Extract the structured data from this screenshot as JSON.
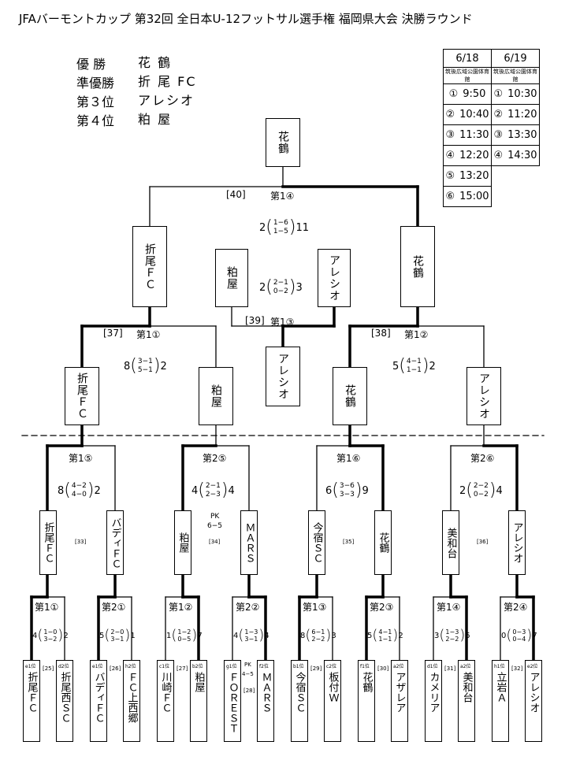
{
  "title": "JFAバーモントカップ 第32回 全日本U-12フットサル選手権 福岡県大会 決勝ラウンド",
  "winners": [
    {
      "rank": "優 勝",
      "name": "花 鶴"
    },
    {
      "rank": "準優勝",
      "name": "折 尾 FC"
    },
    {
      "rank": "第３位",
      "name": "アレシオ"
    },
    {
      "rank": "第４位",
      "name": "粕 屋"
    }
  ],
  "schedule": {
    "headers": [
      "6/18",
      "6/19"
    ],
    "venue": "筑後広域公園体育館",
    "day1": [
      [
        "①",
        "9:50"
      ],
      [
        "②",
        "10:40"
      ],
      [
        "③",
        "11:30"
      ],
      [
        "④",
        "12:20"
      ],
      [
        "⑤",
        "13:20"
      ],
      [
        "⑥",
        "15:00"
      ]
    ],
    "day2": [
      [
        "①",
        "10:30"
      ],
      [
        "②",
        "11:20"
      ],
      [
        "③",
        "13:30"
      ],
      [
        "④",
        "14:30"
      ]
    ]
  },
  "final": {
    "champion": "花鶴",
    "match_no": "[40]",
    "slot": "第1④",
    "score": "2",
    "score_right": "11",
    "halves": [
      "1−6",
      "1−5"
    ]
  },
  "third_place": {
    "left": "粕屋",
    "right": "アレシオ",
    "winner": "アレシオ",
    "match_no": "[39]",
    "slot": "第1③",
    "score": "2",
    "score_right": "3",
    "halves": [
      "2−1",
      "0−2"
    ]
  },
  "semis": [
    {
      "left": "折尾ＦＣ",
      "match_no": "[37]",
      "slot": "第1①",
      "score": "8",
      "score_right": "2",
      "halves": [
        "3−1",
        "5−1"
      ],
      "top": "粕屋",
      "winner_top": "折尾ＦＣ"
    },
    {
      "left": "花鶴",
      "match_no": "[38]",
      "slot": "第1②",
      "score": "5",
      "score_right": "2",
      "halves": [
        "4−1",
        "1−1"
      ],
      "top": "アレシオ",
      "winner_top": "花鶴"
    }
  ],
  "qf": [
    {
      "slot": "第1⑤",
      "score": "8",
      "score_right": "2",
      "halves": [
        "4−2",
        "4−0"
      ],
      "left": "折尾ＦＣ",
      "right": "バディＦＣ",
      "no": "[33]"
    },
    {
      "slot": "第2⑤",
      "score": "4",
      "score_right": "4",
      "halves": [
        "2−1",
        "2−3"
      ],
      "pk": "PK",
      "pk_score": "6−5",
      "left": "粕屋",
      "right": "ＭＡＲＳ",
      "no": "[34]"
    },
    {
      "slot": "第1⑥",
      "score": "6",
      "score_right": "9",
      "halves": [
        "3−6",
        "3−3"
      ],
      "left": "今宿ＳＣ",
      "right": "花鶴",
      "no": "[35]"
    },
    {
      "slot": "第2⑥",
      "score": "2",
      "score_right": "4",
      "halves": [
        "2−2",
        "0−2"
      ],
      "left": "美和台",
      "right": "アレシオ",
      "no": "[36]"
    }
  ],
  "r16": [
    {
      "slot": "第1①",
      "score": "4",
      "score_right": "2",
      "halves": [
        "1−0",
        "3−2"
      ]
    },
    {
      "slot": "第2①",
      "score": "5",
      "score_right": "1",
      "halves": [
        "2−0",
        "3−1"
      ]
    },
    {
      "slot": "第1②",
      "score": "1",
      "score_right": "7",
      "halves": [
        "1−2",
        "0−5"
      ]
    },
    {
      "slot": "第2②",
      "score": "4",
      "score_right": "4",
      "halves": [
        "1−3",
        "3−1"
      ],
      "pk": "PK",
      "pk_score": "4−5"
    },
    {
      "slot": "第1③",
      "score": "8",
      "score_right": "3",
      "halves": [
        "6−1",
        "2−2"
      ]
    },
    {
      "slot": "第2③",
      "score": "5",
      "score_right": "2",
      "halves": [
        "4−1",
        "1−1"
      ]
    },
    {
      "slot": "第1④",
      "score": "3",
      "score_right": "5",
      "halves": [
        "1−3",
        "2−2"
      ]
    },
    {
      "slot": "第2④",
      "score": "0",
      "score_right": "7",
      "halves": [
        "0−3",
        "0−4"
      ]
    }
  ],
  "r16_nos": [
    "[25]",
    "[26]",
    "[27]",
    "[28]",
    "[29]",
    "[30]",
    "[31]",
    "[32]"
  ],
  "teams": [
    {
      "seed": "e1位",
      "name": "折尾ＦＣ"
    },
    {
      "seed": "d2位",
      "name": "折尾西ＳＣ"
    },
    {
      "seed": "e1位",
      "name": "バディＦＣ"
    },
    {
      "seed": "h2位",
      "name": "ＦＣ上西郷"
    },
    {
      "seed": "c1位",
      "name": "川崎ＦＣ"
    },
    {
      "seed": "b2位",
      "name": "粕屋"
    },
    {
      "seed": "g1位",
      "name": "ＦＯＲＥＳＴ"
    },
    {
      "seed": "f2位",
      "name": "ＭＡＲＳ"
    },
    {
      "seed": "b1位",
      "name": "今宿ＳＣ"
    },
    {
      "seed": "c2位",
      "name": "板付Ｗ"
    },
    {
      "seed": "f1位",
      "name": "花鶴"
    },
    {
      "seed": "a2位",
      "name": "アザレア"
    },
    {
      "seed": "d1位",
      "name": "カメリア"
    },
    {
      "seed": "a2位",
      "name": "美和台"
    },
    {
      "seed": "h1位",
      "name": "立岩Ａ"
    },
    {
      "seed": "e2位",
      "name": "アレシオ"
    }
  ]
}
